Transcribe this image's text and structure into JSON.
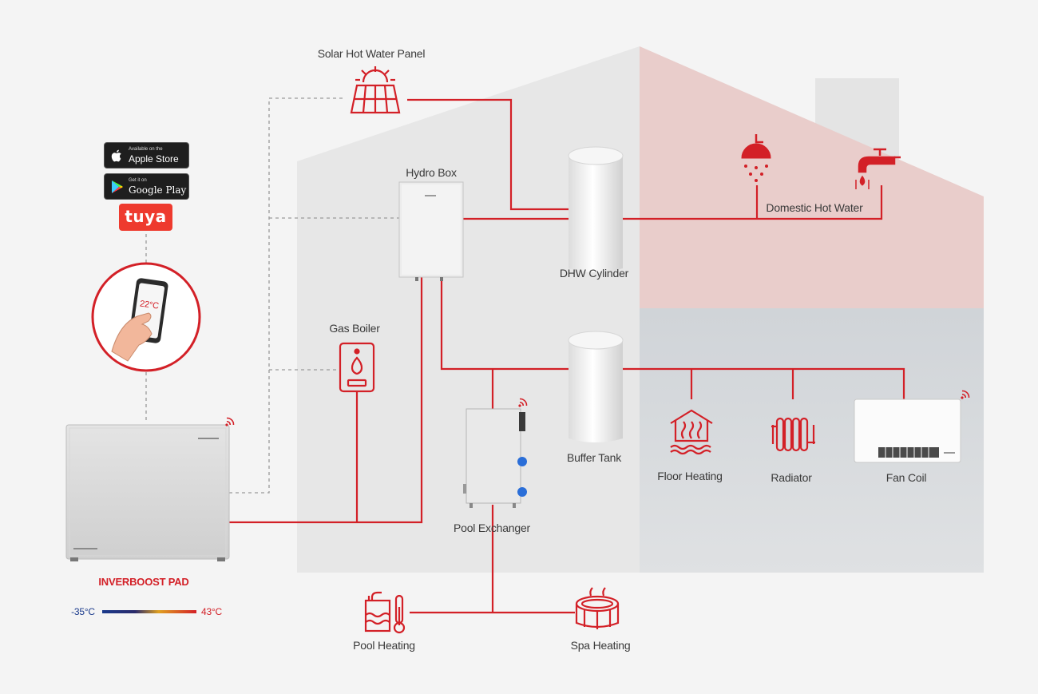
{
  "labels": {
    "solar_panel": "Solar Hot Water Panel",
    "hydro_box": "Hydro Box",
    "dhw_cylinder": "DHW Cylinder",
    "domestic_hot_water": "Domestic Hot Water",
    "gas_boiler": "Gas Boiler",
    "buffer_tank": "Buffer Tank",
    "pool_exchanger": "Pool Exchanger",
    "floor_heating": "Floor Heating",
    "radiator": "Radiator",
    "fan_coil": "Fan Coil",
    "pool_heating": "Pool Heating",
    "spa_heating": "Spa Heating",
    "heat_pump": "INVERBOOST PAD"
  },
  "temperature_range": {
    "min": "-35°C",
    "max": "43°C"
  },
  "phone_display": "22°C",
  "app_badges": {
    "apple_small": "Available on the",
    "apple_big": "Apple Store",
    "google_small": "Get it on",
    "google_big": "Google Play",
    "tuya": "tuya"
  },
  "colors": {
    "pipe": "#d32027",
    "house_left": "#e6e6e6",
    "house_roof_right": "#e9cdcb",
    "house_floor_right": "#d5d8db"
  }
}
